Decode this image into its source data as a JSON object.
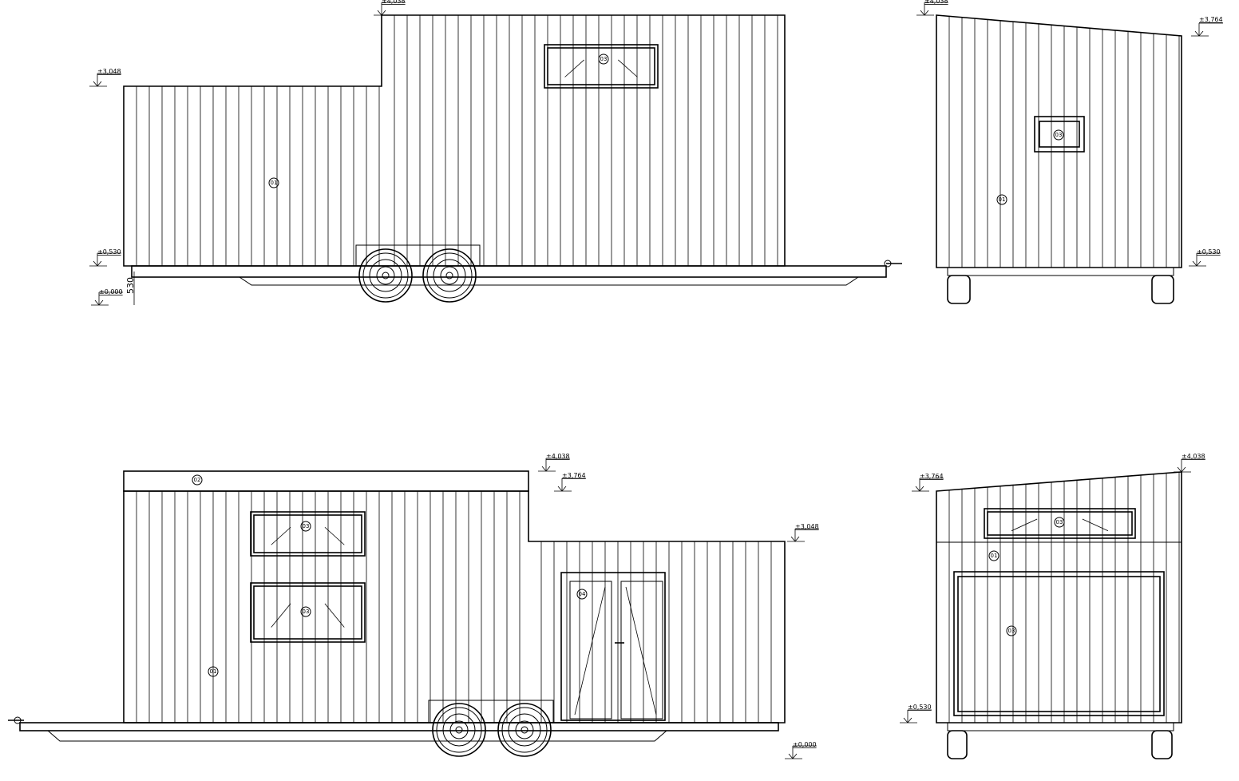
{
  "drawing": {
    "levels": {
      "l4038": "±4,038",
      "l3764": "±3,764",
      "l3048": "±3,048",
      "l0530": "±0,530",
      "l0000": "±0,000"
    },
    "dimension_530": "530",
    "tags": {
      "cladding": "01",
      "fascia": "02",
      "window": "03",
      "door": "04"
    },
    "line_color": "#000000",
    "background": "#ffffff"
  }
}
